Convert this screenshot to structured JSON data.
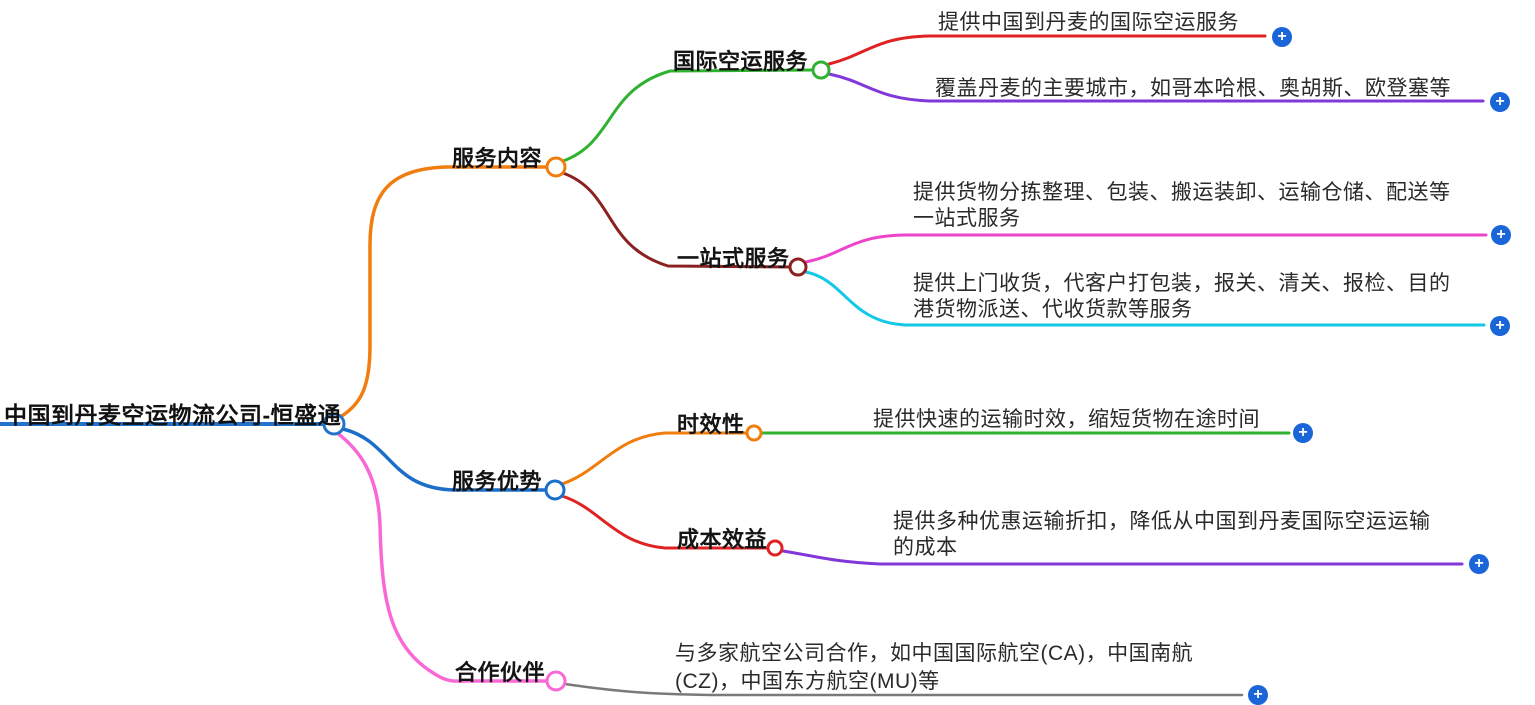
{
  "mindmap": {
    "root": {
      "label": "中国到丹麦空运物流公司-恒盛通",
      "color": "#2373cb"
    },
    "branches": [
      {
        "label": "服务内容",
        "color": "#f07d0e",
        "children": [
          {
            "label": "国际空运服务",
            "color": "#2fb22f",
            "children": [
              {
                "label": "提供中国到丹麦的国际空运服务",
                "color": "#e02222"
              },
              {
                "label": "覆盖丹麦的主要城市，如哥本哈根、奥胡斯、欧登塞等",
                "color": "#8237d8"
              }
            ]
          },
          {
            "label": "一站式服务",
            "color": "#8b2121",
            "children": [
              {
                "label": "提供货物分拣整理、包装、搬运装卸、运输仓储、配送等\n一站式服务",
                "color": "#ee44cc"
              },
              {
                "label": "提供上门收货，代客户打包装，报关、清关、报检、目的\n港货物派送、代收货款等服务",
                "color": "#12c8e6"
              }
            ]
          }
        ]
      },
      {
        "label": "服务优势",
        "color": "#1b6ec9",
        "children": [
          {
            "label": "时效性",
            "color": "#f07d0e",
            "children": [
              {
                "label": "提供快速的运输时效，缩短货物在途时间",
                "color": "#2fb22f"
              }
            ]
          },
          {
            "label": "成本效益",
            "color": "#e02222",
            "children": [
              {
                "label": "提供多种优惠运输折扣，降低从中国到丹麦国际空运运输\n的成本",
                "color": "#8237d8"
              }
            ]
          }
        ]
      },
      {
        "label": "合作伙伴",
        "color": "#f869d6",
        "children": [
          {
            "label": "与多家航空公司合作，如中国国际航空(CA)，中国南航\n(CZ)，中国东方航空(MU)等",
            "color": "#7a7a7a"
          }
        ]
      }
    ],
    "add_button_glyph": "+"
  }
}
